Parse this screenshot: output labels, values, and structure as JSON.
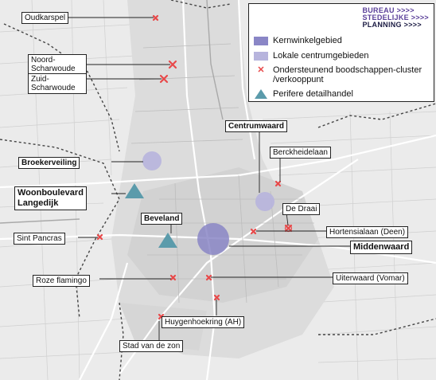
{
  "legend": {
    "items": [
      {
        "label": "Kernwinkelgebied",
        "color": "#8a86c6"
      },
      {
        "label": "Lokale centrumgebieden",
        "color": "#b7b4dd"
      },
      {
        "label": "Ondersteunend boodschappen-cluster /verkooppunt",
        "color": "#e8494a"
      },
      {
        "label": "Perifere detailhandel",
        "color": "#5b9bab"
      }
    ],
    "logo": {
      "line1": "BUREAU",
      "line2": "STEDELIJKE",
      "line3": "PLANNING",
      "accent": "#5a3f99",
      "text_color": "#1c1c44"
    }
  },
  "labels": {
    "oudkarspel": "Oudkarspel",
    "noord_scharwoude": "Noord-\nScharwoude",
    "zuid_scharwoude": "Zuid-\nScharwoude",
    "broekerveiling": "Broekerveiling",
    "woonboulevard": "Woonboulevard\nLangedijk",
    "beveland": "Beveland",
    "sint_pancras": "Sint Pancras",
    "roze_flamingo": "Roze flamingo",
    "stad_van_de_zon": "Stad van de zon",
    "huygenhoek": "Huygenhoekring (AH)",
    "centrumwaard": "Centrumwaard",
    "berckheidelaan": "Berckheidelaan",
    "de_draai": "De Draai",
    "hortensialaan": "Hortensialaan (Deen)",
    "middenwaard": "Middenwaard",
    "uiterwaard": "Uiterwaard (Vomar)"
  }
}
